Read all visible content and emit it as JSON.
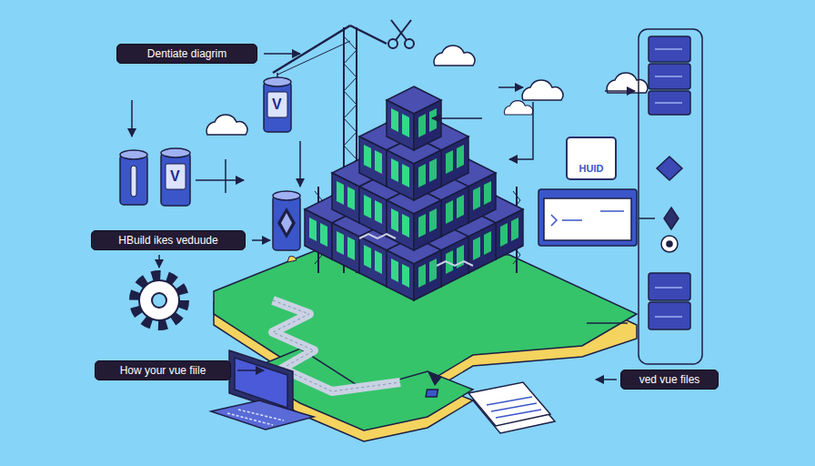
{
  "diagram": {
    "nodes": [
      {
        "text": [
          "Dentiate diagrim"
        ]
      },
      {
        "text": [
          "HUID"
        ]
      },
      {
        "text": [
          "HBuild ikes veduude"
        ]
      },
      {
        "text": [
          "How your vue fiile"
        ]
      },
      {
        "text": [
          "ved vue files"
        ]
      }
    ],
    "labels": [
      "V",
      "V"
    ]
  }
}
